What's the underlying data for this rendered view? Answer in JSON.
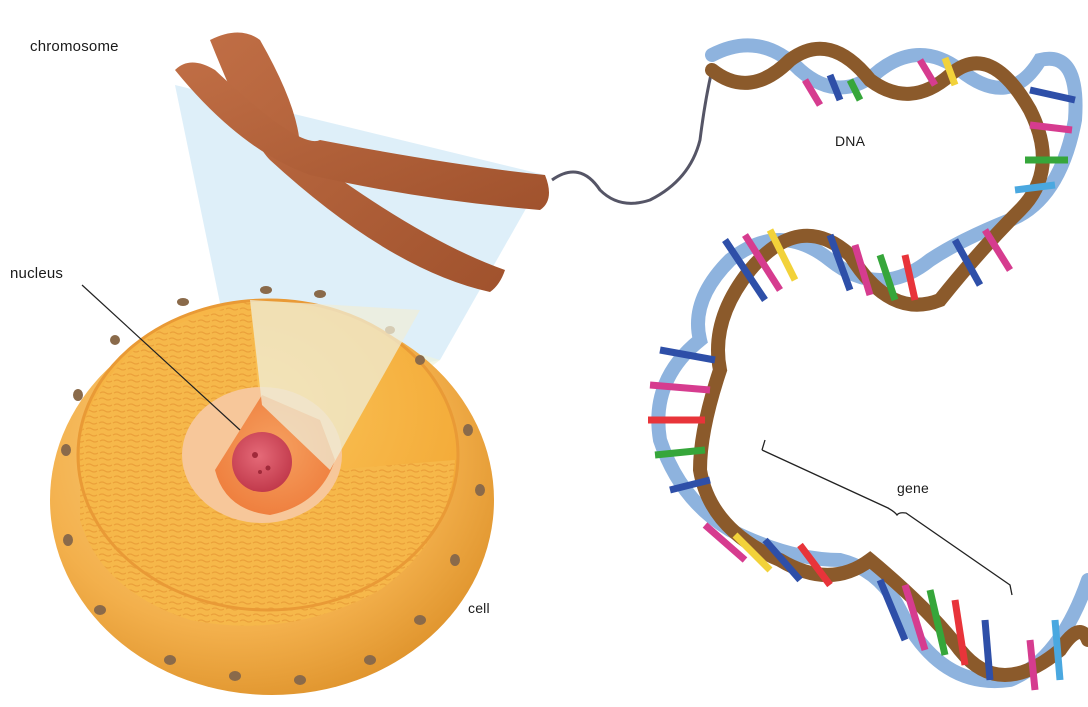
{
  "labels": {
    "chromosome": "chromosome",
    "nucleus": "nucleus",
    "dna": "DNA",
    "gene": "gene",
    "cell": "cell"
  },
  "colors": {
    "chromosome": "#b2603a",
    "cell_outer": "#f2b24e",
    "cell_inner": "#f7b23c",
    "nucleus_body": "#f48a4a",
    "nucleolus": "#d8455a",
    "zoom_cone": "#cfe7f5",
    "backbone_light": "#7aa7d6",
    "backbone_brown": "#8b5a2b",
    "base_pair_colors": [
      "#2e4fa8",
      "#d63c8f",
      "#e8343a",
      "#36a63a",
      "#f2d23a",
      "#4aa8e0"
    ]
  }
}
